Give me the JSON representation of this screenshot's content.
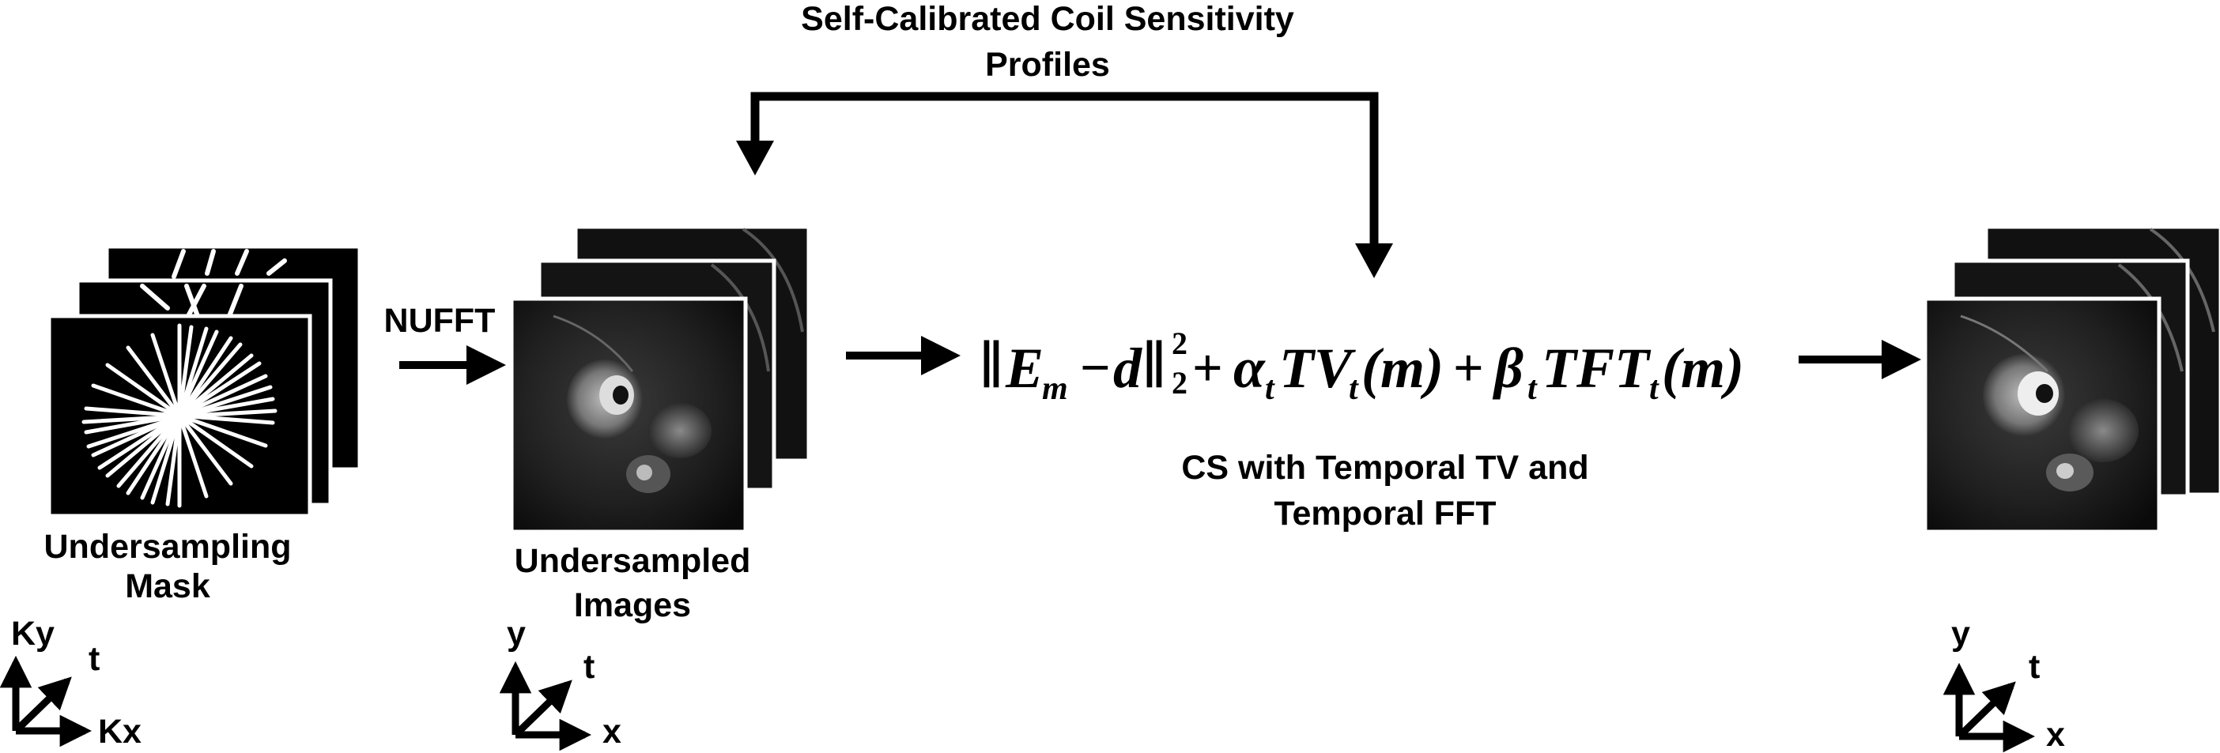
{
  "feedback_title_line1": "Self-Calibrated Coil Sensitivity",
  "feedback_title_line2": "Profiles",
  "nufft_label": "NUFFT",
  "mask_label_line1": "Undersampling",
  "mask_label_line2": "Mask",
  "undersampled_label_line1": "Undersampled",
  "undersampled_label_line2": "Images",
  "cs_label_line1": "CS with Temporal TV and",
  "cs_label_line2": "Temporal FFT",
  "equation": {
    "norm_open": "‖",
    "E": "E",
    "E_sub": "m",
    "minus": "−",
    "d": "d",
    "norm_close": "‖",
    "norm_sup": "2",
    "norm_sub": "2",
    "plus1": "+",
    "alpha": "α",
    "alpha_sub": "t",
    "TV": "TV",
    "TV_sub": "t",
    "m1": "(m)",
    "plus2": "+",
    "beta": "β",
    "beta_sub": "t",
    "TFT": "TFT",
    "TFT_sub": "t",
    "m2": "(m)"
  },
  "axes_kspace": {
    "vertical": "Ky",
    "diagonal": "t",
    "horizontal": "Kx"
  },
  "axes_undersampled": {
    "vertical": "y",
    "diagonal": "t",
    "horizontal": "x"
  },
  "axes_reconstructed": {
    "vertical": "y",
    "diagonal": "t",
    "horizontal": "x"
  },
  "colors": {
    "ink": "#000000",
    "paper": "#ffffff",
    "frame_bg": "#000000",
    "spoke": "#ffffff"
  }
}
